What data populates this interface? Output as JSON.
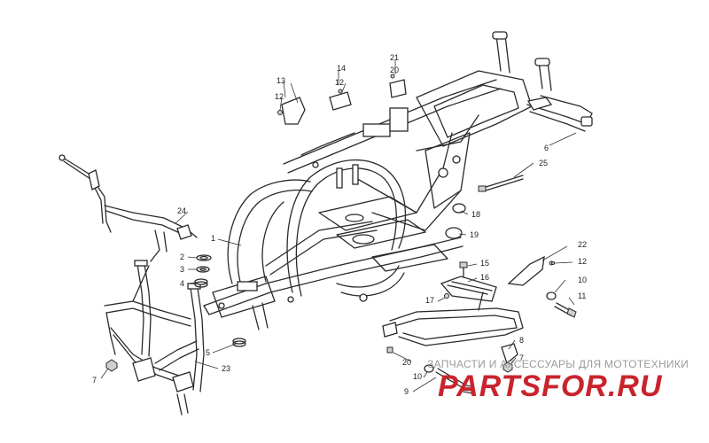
{
  "callouts": {
    "c1": "1",
    "c2": "2",
    "c3": "3",
    "c4": "4",
    "c5": "5",
    "c6": "6",
    "c7a": "7",
    "c7b": "7",
    "c8": "8",
    "c9": "9",
    "c10a": "10",
    "c10b": "10",
    "c11": "11",
    "c12a": "12",
    "c12b": "12",
    "c12c": "12",
    "c13": "13",
    "c14": "14",
    "c15": "15",
    "c16": "16",
    "c17": "17",
    "c18": "18",
    "c19": "19",
    "c20a": "20",
    "c20b": "20",
    "c21": "21",
    "c22": "22",
    "c23": "23",
    "c24": "24",
    "c25": "25"
  },
  "watermark": {
    "tagline": "ЗАПЧАСТИ И АКСЕССУАРЫ ДЛЯ МОТОТЕХНИКИ",
    "logo": "PARTSFOR.RU",
    "logo_color": "#c9242d"
  }
}
